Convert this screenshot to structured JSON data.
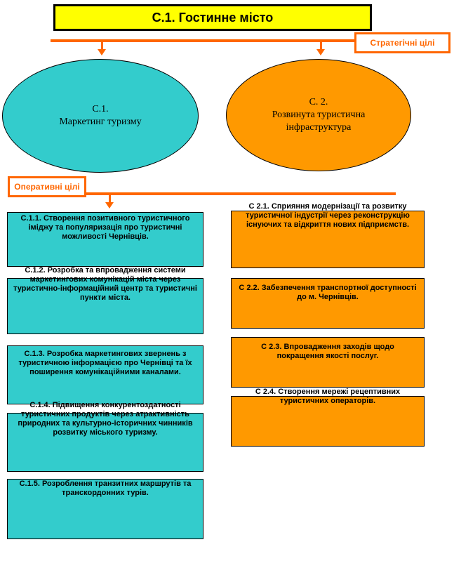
{
  "title": "С.1. Гостинне місто",
  "tags": {
    "strategic": "Стратегічні цілі",
    "operational": "Оперативні цілі"
  },
  "goals": {
    "c1": {
      "code": "С.1.",
      "label": "Маркетинг туризму"
    },
    "c2": {
      "code": "С. 2.",
      "line1": "Розвинута туристична",
      "line2": "інфраструктура"
    }
  },
  "left_boxes": [
    "С.1.1. Створення позитивного туристичного іміджу та популяризація про туристичні можливості Чернівців.",
    "С.1.2. Розробка та впровадження системи маркетингових комунікацій міста через туристично-інформаційний центр та туристичні пункти міста.",
    "С.1.3. Розробка маркетингових звернень з туристичною інформацією про Чернівці та їх поширення комунікаційними каналами.",
    "С.1.4. Підвищення конкурентоздатності туристичних продуктів через атрактивність природних та культурно-історичних чинників розвитку міського туризму.",
    "С.1.5. Розроблення транзитних маршрутів та транскордонних турів."
  ],
  "right_boxes": [
    "С 2.1. Сприяння модернізації та розвитку туристичної індустрії через реконструкцію існуючих та відкриття нових підприємств.",
    "С 2.2. Забезпечення транспортної доступності до м. Чернівців.",
    "С 2.3. Впровадження заходів щодо покращення якості послуг.",
    "С 2.4. Створення мережі рецептивних туристичних операторів."
  ],
  "colors": {
    "title_bg": "#ffff00",
    "connector": "#ff6600",
    "c1_fill": "#33cccc",
    "c2_fill": "#ff9900"
  }
}
